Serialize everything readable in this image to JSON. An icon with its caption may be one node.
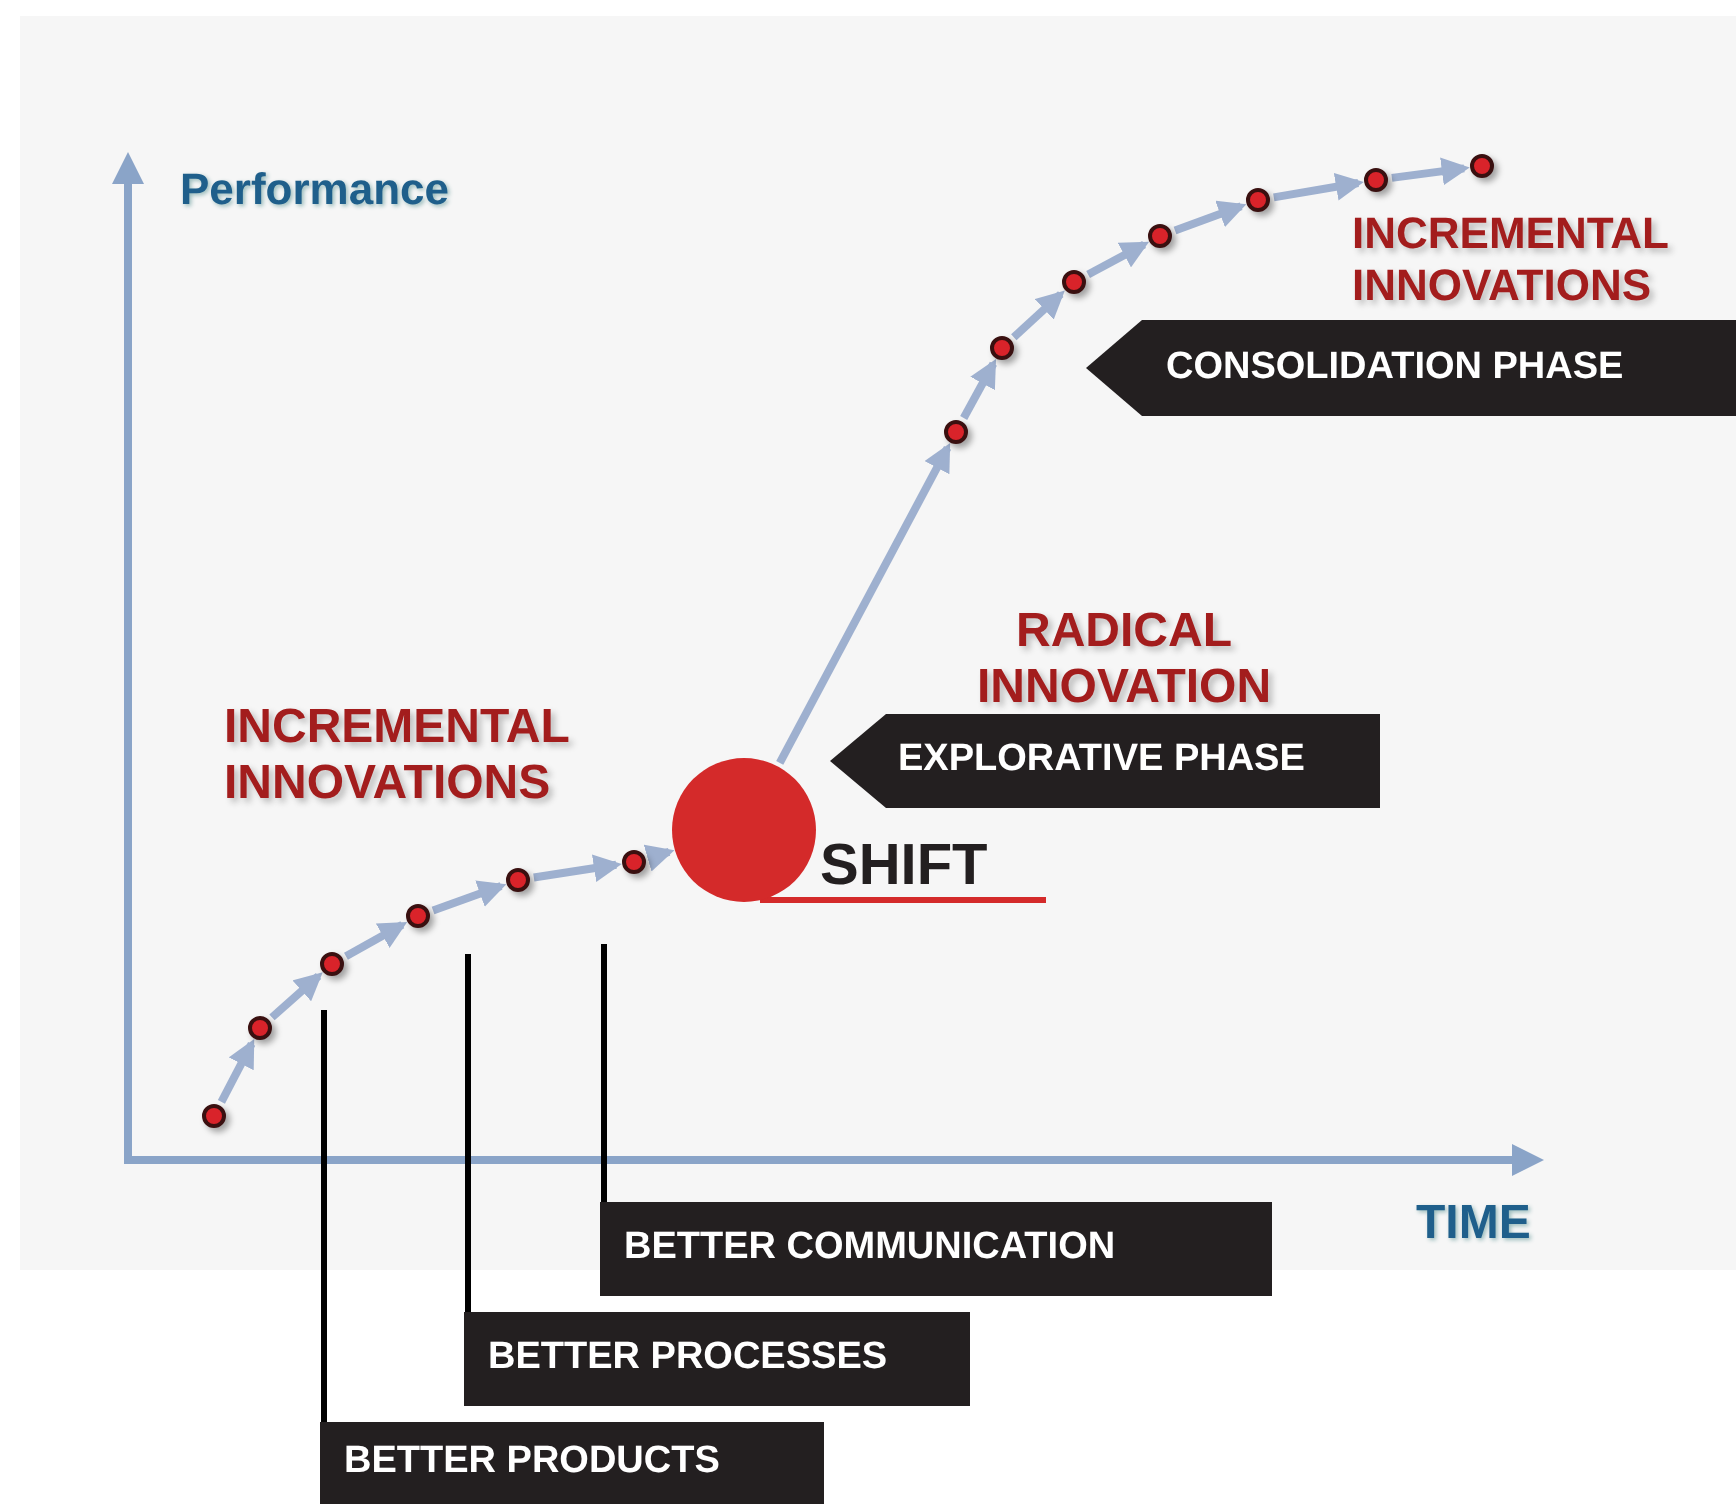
{
  "diagram": {
    "nodes": [
      {
        "text": [],
        "shape": "circle"
      },
      {
        "text": [],
        "shape": "circle"
      },
      {
        "text": [],
        "shape": "circle"
      },
      {
        "text": [],
        "shape": "circle"
      },
      {
        "text": [],
        "shape": "circle"
      },
      {
        "text": [],
        "shape": "circle"
      },
      {
        "text": [],
        "shape": "circle",
        "beside": [
          "SHIFT"
        ]
      },
      {
        "text": [],
        "shape": "circle"
      },
      {
        "text": [],
        "shape": "circle"
      },
      {
        "text": [],
        "shape": "circle"
      },
      {
        "text": [],
        "shape": "circle"
      },
      {
        "text": [],
        "shape": "circle"
      },
      {
        "text": [],
        "shape": "circle"
      },
      {
        "text": [],
        "shape": "circle"
      },
      {
        "text": [
          "EXPLORATIVE PHASE"
        ]
      },
      {
        "text": [
          "CONSOLIDATION PHASE"
        ]
      },
      {
        "text": [
          "BETTER COMMUNICATION"
        ]
      },
      {
        "text": [
          "BETTER PROCESSES"
        ]
      },
      {
        "text": [
          "BETTER PRODUCTS"
        ]
      }
    ],
    "edges": [
      {
        "from": 0,
        "to": 1,
        "arrow": "to"
      },
      {
        "from": 1,
        "to": 2,
        "arrow": "to"
      },
      {
        "from": 2,
        "to": 3,
        "arrow": "to"
      },
      {
        "from": 3,
        "to": 4,
        "arrow": "to"
      },
      {
        "from": 4,
        "to": 5,
        "arrow": "to"
      },
      {
        "from": 5,
        "to": 6,
        "arrow": "to"
      },
      {
        "from": 6,
        "to": 7,
        "arrow": "to"
      },
      {
        "from": 7,
        "to": 8,
        "arrow": "to"
      },
      {
        "from": 8,
        "to": 9,
        "arrow": "to"
      },
      {
        "from": 9,
        "to": 10,
        "arrow": "to"
      },
      {
        "from": 10,
        "to": 11,
        "arrow": "to"
      },
      {
        "from": 11,
        "to": 12,
        "arrow": "to"
      },
      {
        "from": 12,
        "to": 13,
        "arrow": "to"
      },
      {
        "from": 16,
        "to": null,
        "arrow": "none",
        "color": "#000000"
      },
      {
        "from": 17,
        "to": null,
        "arrow": "none",
        "color": "#000000"
      },
      {
        "from": 18,
        "to": null,
        "arrow": "none",
        "color": "#000000"
      }
    ],
    "labels": [
      "Performance",
      "TIME",
      "INCREMENTAL INNOVATIONS",
      "RADICAL INNOVATION",
      "INCREMENTAL INNOVATIONS"
    ]
  }
}
